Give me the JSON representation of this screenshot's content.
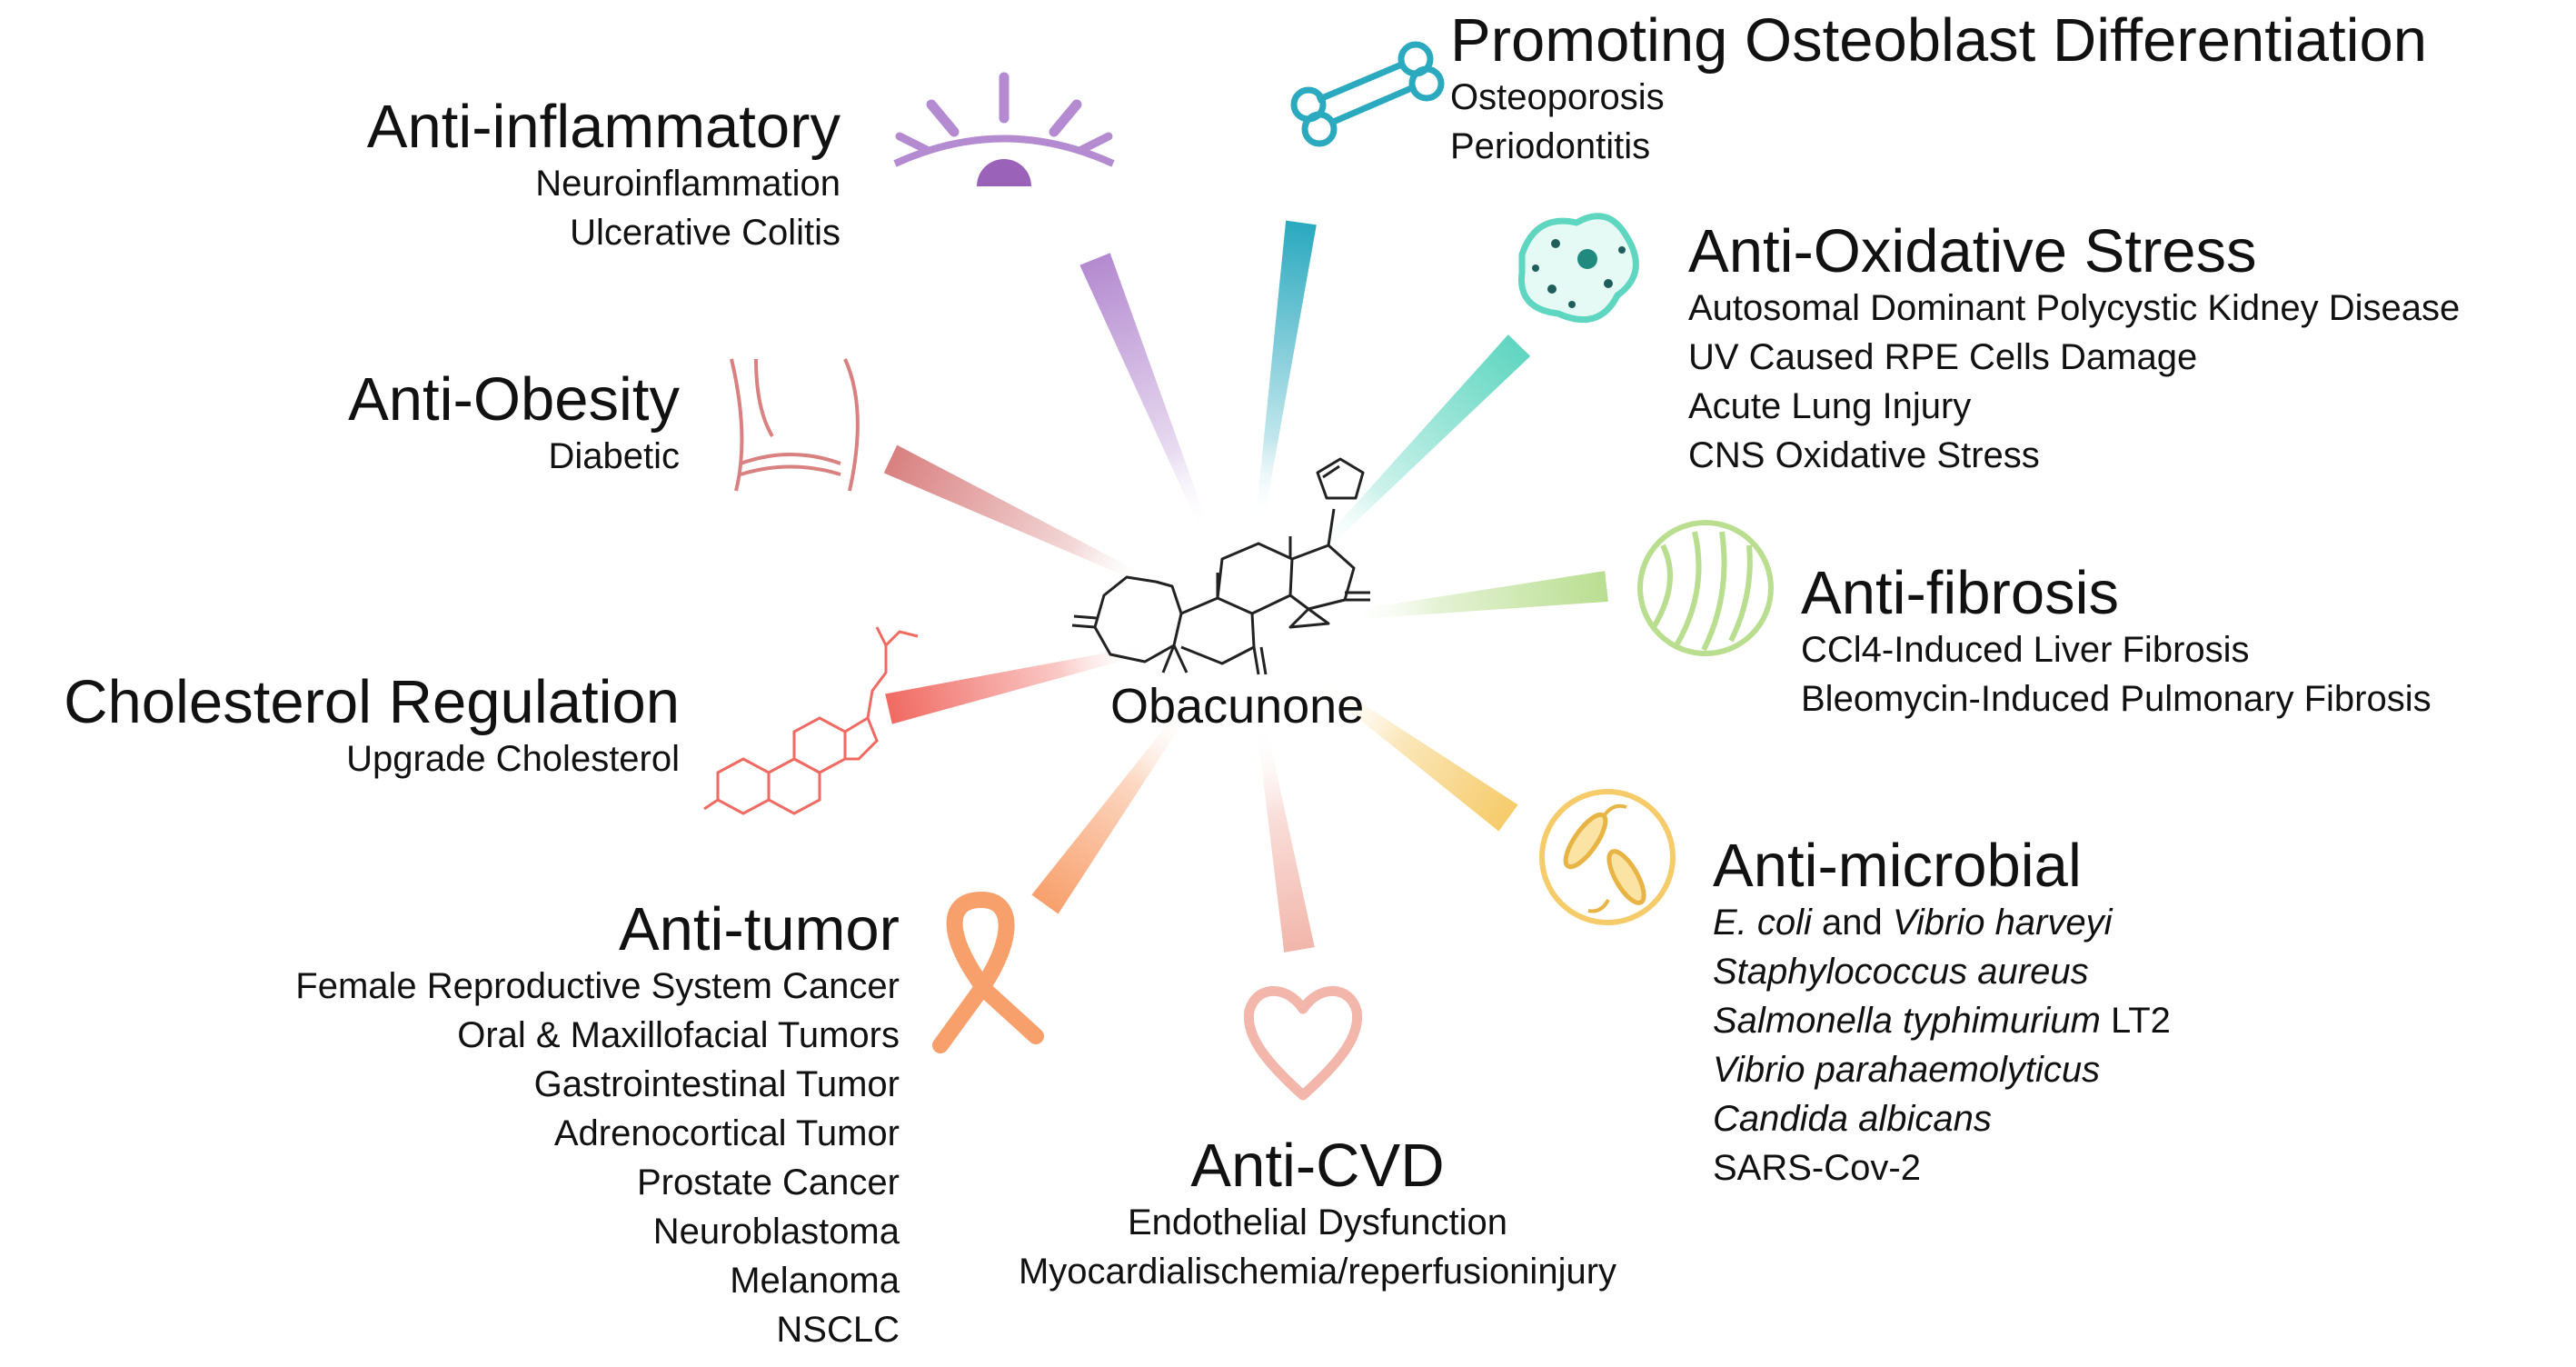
{
  "center": {
    "label": "Obacunone"
  },
  "colors": {
    "anti_inflammatory": "#b48ad0",
    "osteoblast": "#2aa9bf",
    "oxidative": "#5fd6c0",
    "fibrosis": "#b9de90",
    "microbial": "#f6cb6a",
    "cvd": "#f2b6ab",
    "tumor": "#f8a06c",
    "cholesterol": "#f06a62",
    "obesity": "#d98080"
  },
  "blocks": {
    "anti_inflammatory": {
      "title": "Anti-inflammatory",
      "items": [
        "Neuroinflammation",
        "Ulcerative Colitis"
      ],
      "icon": "eye-icon"
    },
    "osteoblast": {
      "title": "Promoting Osteoblast Differentiation",
      "items": [
        "Osteoporosis",
        "Periodontitis"
      ],
      "icon": "bone-icon"
    },
    "oxidative": {
      "title": "Anti-Oxidative Stress",
      "items": [
        "Autosomal Dominant Polycystic Kidney Disease",
        "UV Caused RPE Cells Damage",
        "Acute Lung Injury",
        "CNS Oxidative Stress"
      ],
      "icon": "cell-icon"
    },
    "fibrosis": {
      "title": "Anti-fibrosis",
      "items": [
        "CCl4-Induced Liver Fibrosis",
        "Bleomycin-Induced Pulmonary Fibrosis"
      ],
      "icon": "fiber-icon"
    },
    "microbial": {
      "title": "Anti-microbial",
      "items": [
        {
          "a": "E. coli",
          "b": " and ",
          "c": "Vibrio harveyi"
        },
        {
          "a": "Staphylococcus aureus",
          "b": "",
          "c": ""
        },
        {
          "a": "Salmonella typhimurium",
          "b": " LT2",
          "c": ""
        },
        {
          "a": "Vibrio parahaemolyticus",
          "b": "",
          "c": ""
        },
        {
          "a": "Candida albicans",
          "b": "",
          "c": ""
        },
        {
          "a": "",
          "b": "SARS-Cov-2",
          "c": ""
        }
      ],
      "icon": "bacteria-icon"
    },
    "cvd": {
      "title": "Anti-CVD",
      "items": [
        "Endothelial Dysfunction",
        "Myocardialischemia/reperfusioninjury"
      ],
      "icon": "heart-icon"
    },
    "tumor": {
      "title": "Anti-tumor",
      "items": [
        "Female Reproductive System Cancer",
        "Oral & Maxillofacial Tumors",
        "Gastrointestinal Tumor",
        "Adrenocortical Tumor",
        "Prostate Cancer",
        "Neuroblastoma",
        "Melanoma",
        "NSCLC"
      ],
      "icon": "ribbon-icon"
    },
    "cholesterol": {
      "title": "Cholesterol Regulation",
      "items": [
        "Upgrade Cholesterol"
      ],
      "icon": "steroid-icon"
    },
    "obesity": {
      "title": "Anti-Obesity",
      "items": [
        "Diabetic"
      ],
      "icon": "waist-icon"
    }
  }
}
